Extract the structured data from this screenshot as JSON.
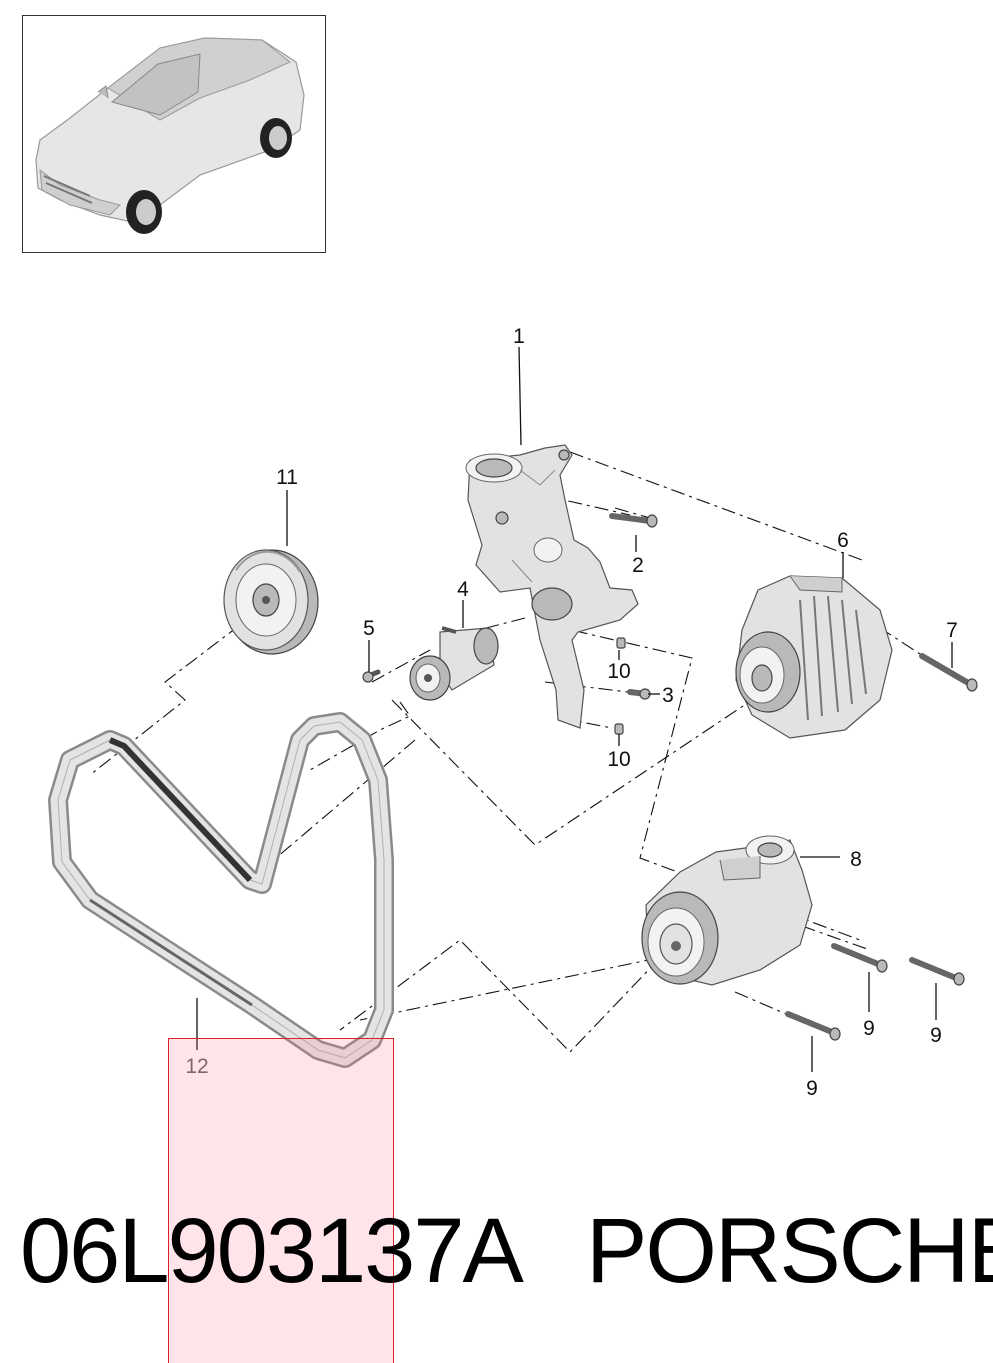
{
  "callouts": {
    "c1": "1",
    "c2": "2",
    "c3": "3",
    "c4": "4",
    "c5": "5",
    "c6": "6",
    "c7": "7",
    "c8": "8",
    "c9a": "9",
    "c9b": "9",
    "c9c": "9",
    "c10a": "10",
    "c10b": "10",
    "c11": "11",
    "c12": "12"
  },
  "footer": {
    "part_number": "06L903137A",
    "brand": "PORSCHE"
  },
  "colors": {
    "highlight_fill": "#ffd6e0",
    "highlight_border": "#d8202a"
  }
}
